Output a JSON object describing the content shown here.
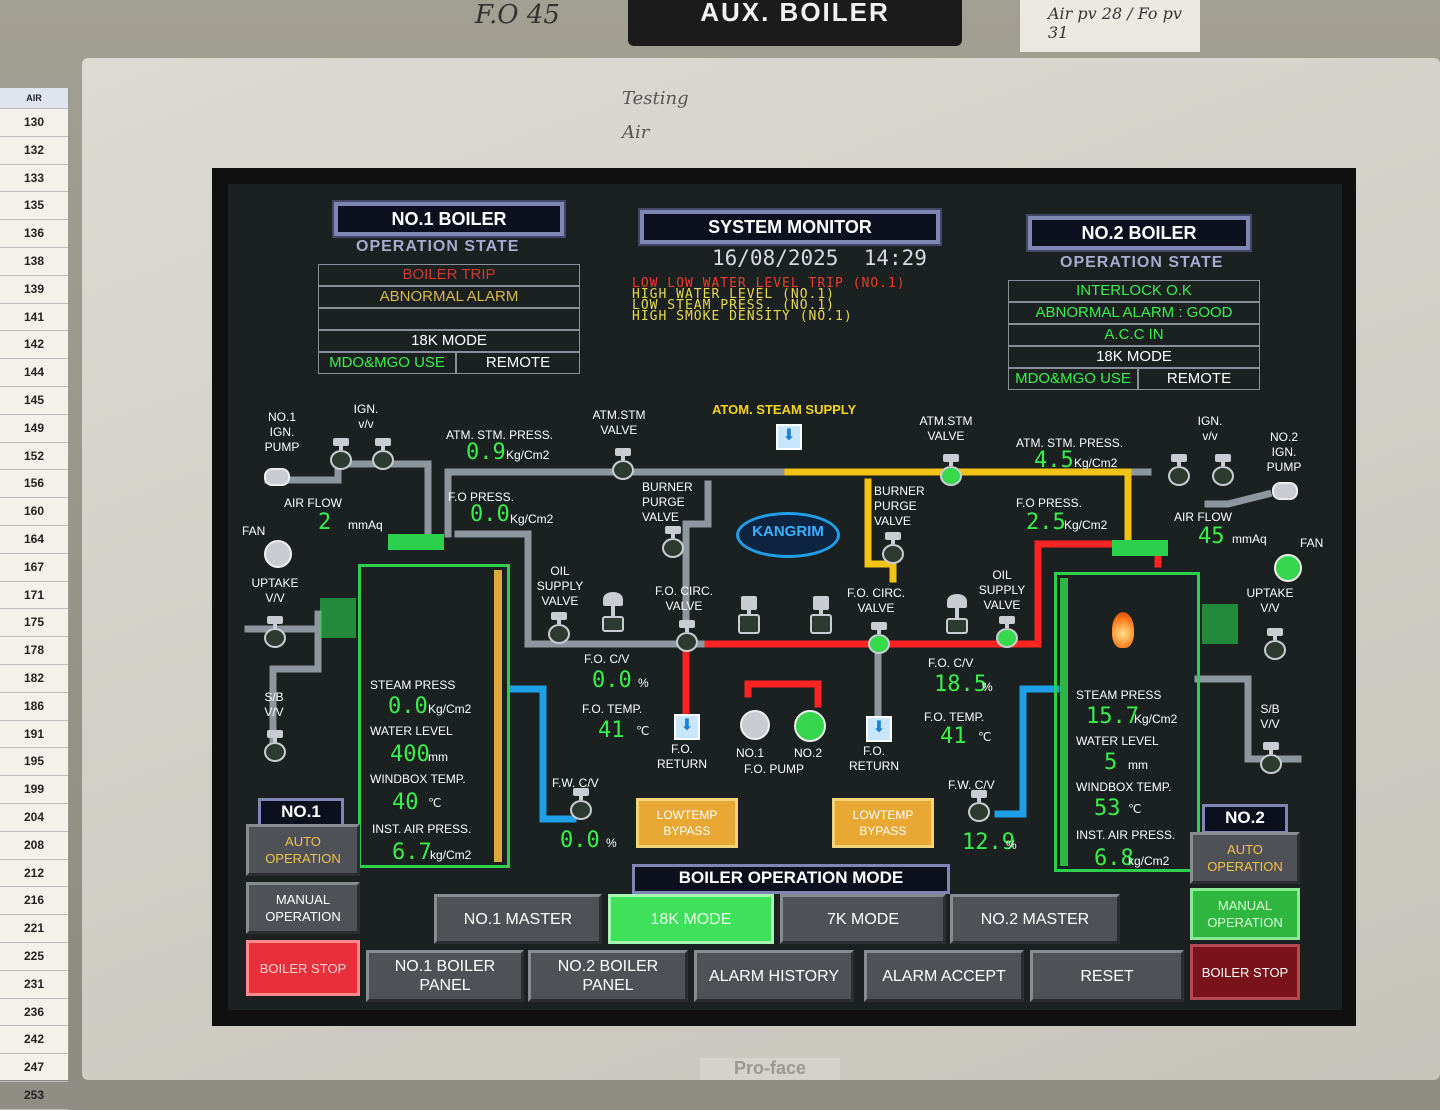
{
  "panel": {
    "label": "AUX. BOILER",
    "note_left": "F.O 45",
    "note_right": "Air pv 28 / Fo pv 31",
    "note_center": "Testing Air",
    "brand": "Pro-face"
  },
  "scale": {
    "header": "AIR",
    "values": [
      "130",
      "132",
      "133",
      "135",
      "136",
      "138",
      "139",
      "141",
      "142",
      "144",
      "145",
      "149",
      "152",
      "156",
      "160",
      "164",
      "167",
      "171",
      "175",
      "178",
      "182",
      "186",
      "191",
      "195",
      "199",
      "204",
      "208",
      "212",
      "216",
      "221",
      "225",
      "231",
      "236",
      "242",
      "247",
      "253"
    ]
  },
  "system": {
    "title": "SYSTEM MONITOR",
    "date": "16/08/2025",
    "time": "14:29",
    "alarms": [
      "LOW LOW WATER LEVEL TRIP (NO.1)",
      "HIGH WATER LEVEL (NO.1)",
      "LOW STEAM PRESS. (NO.1)",
      "HIGH SMOKE DENSITY (NO.1)"
    ],
    "logo": "KANGRIM",
    "atom_supply": "ATOM. STEAM SUPPLY"
  },
  "colors": {
    "pipe_grey": "#8e969f",
    "pipe_yellow": "#f3c313",
    "pipe_red": "#ff2424",
    "pipe_blue": "#1e9fe8",
    "tank": "#2bd14c",
    "value": "#38f04a"
  },
  "boiler1": {
    "title": "NO.1 BOILER",
    "state_title": "OPERATION STATE",
    "trip": "BOILER TRIP",
    "alarm": "ABNORMAL ALARM",
    "row3": "",
    "mode": "18K MODE",
    "fuel": "MDO&MGO  USE",
    "control": "REMOTE",
    "ign_pump": "NO.1 IGN. PUMP",
    "ign_vv": "IGN. v/v",
    "fan": "FAN",
    "uptake": "UPTAKE V/V",
    "sb": "S/B V/V",
    "atm_press_label": "ATM. STM. PRESS.",
    "atm_press": "0.9",
    "atm_unit": "Kg/Cm2",
    "air_flow_label": "AIR FLOW",
    "air_flow": "2",
    "air_unit": "mmAq",
    "fo_press_label": "F.O PRESS.",
    "fo_press": "0.0",
    "fo_unit": "Kg/Cm2",
    "steam_label": "STEAM PRESS",
    "steam": "0.0",
    "steam_unit": "Kg/Cm2",
    "water_label": "WATER LEVEL",
    "water": "400",
    "water_unit": "mm",
    "windbox_label": "WINDBOX TEMP.",
    "windbox": "40",
    "windbox_unit": "℃",
    "inst_air_label": "INST. AIR PRESS.",
    "inst_air": "6.7",
    "inst_unit": "kg/Cm2",
    "atm_vlv": "ATM.STM VALVE",
    "purge": "BURNER PURGE VALVE",
    "oil_supply": "OIL SUPPLY VALVE",
    "circ": "F.O. CIRC. VALVE",
    "fo_cv_label": "F.O. C/V",
    "fo_cv": "0.0",
    "pct": "%",
    "fo_temp_label": "F.O. TEMP.",
    "fo_temp": "41",
    "temp_unit": "℃",
    "return": "F.O. RETURN",
    "fw_label": "F.W. C/V",
    "fw": "0.0",
    "bypass": "LOWTEMP BYPASS",
    "no": "NO.1",
    "auto": "AUTO OPERATION",
    "manual": "MANUAL OPERATION",
    "stop": "BOILER STOP"
  },
  "boiler2": {
    "title": "NO.2 BOILER",
    "state_title": "OPERATION STATE",
    "interlock": "INTERLOCK O.K",
    "alarm": "ABNORMAL ALARM : GOOD",
    "acc": "A.C.C IN",
    "mode": "18K MODE",
    "fuel": "MDO&MGO  USE",
    "control": "REMOTE",
    "ign_pump": "NO.2 IGN. PUMP",
    "ign_vv": "IGN. v/v",
    "fan": "FAN",
    "uptake": "UPTAKE V/V",
    "sb": "S/B V/V",
    "atm_press_label": "ATM. STM. PRESS.",
    "atm_press": "4.5",
    "atm_unit": "Kg/Cm2",
    "air_flow_label": "AIR FLOW",
    "air_flow": "45",
    "air_unit": "mmAq",
    "fo_press_label": "F.O PRESS.",
    "fo_press": "2.5",
    "fo_unit": "Kg/Cm2",
    "steam_label": "STEAM PRESS",
    "steam": "15.7",
    "steam_unit": "Kg/Cm2",
    "water_label": "WATER LEVEL",
    "water": "5",
    "water_unit": "mm",
    "windbox_label": "WINDBOX TEMP.",
    "windbox": "53",
    "windbox_unit": "℃",
    "inst_air_label": "INST. AIR PRESS.",
    "inst_air": "6.8",
    "inst_unit": "kg/Cm2",
    "atm_vlv": "ATM.STM VALVE",
    "purge": "BURNER PURGE VALVE",
    "oil_supply": "OIL SUPPLY VALVE",
    "circ": "F.O. CIRC. VALVE",
    "fo_cv_label": "F.O. C/V",
    "fo_cv": "18.5",
    "pct": "%",
    "fo_temp_label": "F.O. TEMP.",
    "fo_temp": "41",
    "temp_unit": "℃",
    "return": "F.O. RETURN",
    "fw_label": "F.W. C/V",
    "fw": "12.9",
    "bypass": "LOWTEMP BYPASS",
    "no": "NO.2",
    "auto": "AUTO OPERATION",
    "manual": "MANUAL OPERATION",
    "stop": "BOILER STOP"
  },
  "pumps": {
    "no1": "NO.1",
    "no2": "NO.2",
    "label": "F.O. PUMP"
  },
  "mode": {
    "title": "BOILER OPERATION MODE",
    "no1_master": "NO.1 MASTER",
    "k18": "18K MODE",
    "k7": "7K MODE",
    "no2_master": "NO.2 MASTER"
  },
  "bottom": {
    "no1_panel": "NO.1 BOILER PANEL",
    "no2_panel": "NO.2 BOILER PANEL",
    "alarm_history": "ALARM HISTORY",
    "alarm_accept": "ALARM ACCEPT",
    "reset": "RESET"
  }
}
